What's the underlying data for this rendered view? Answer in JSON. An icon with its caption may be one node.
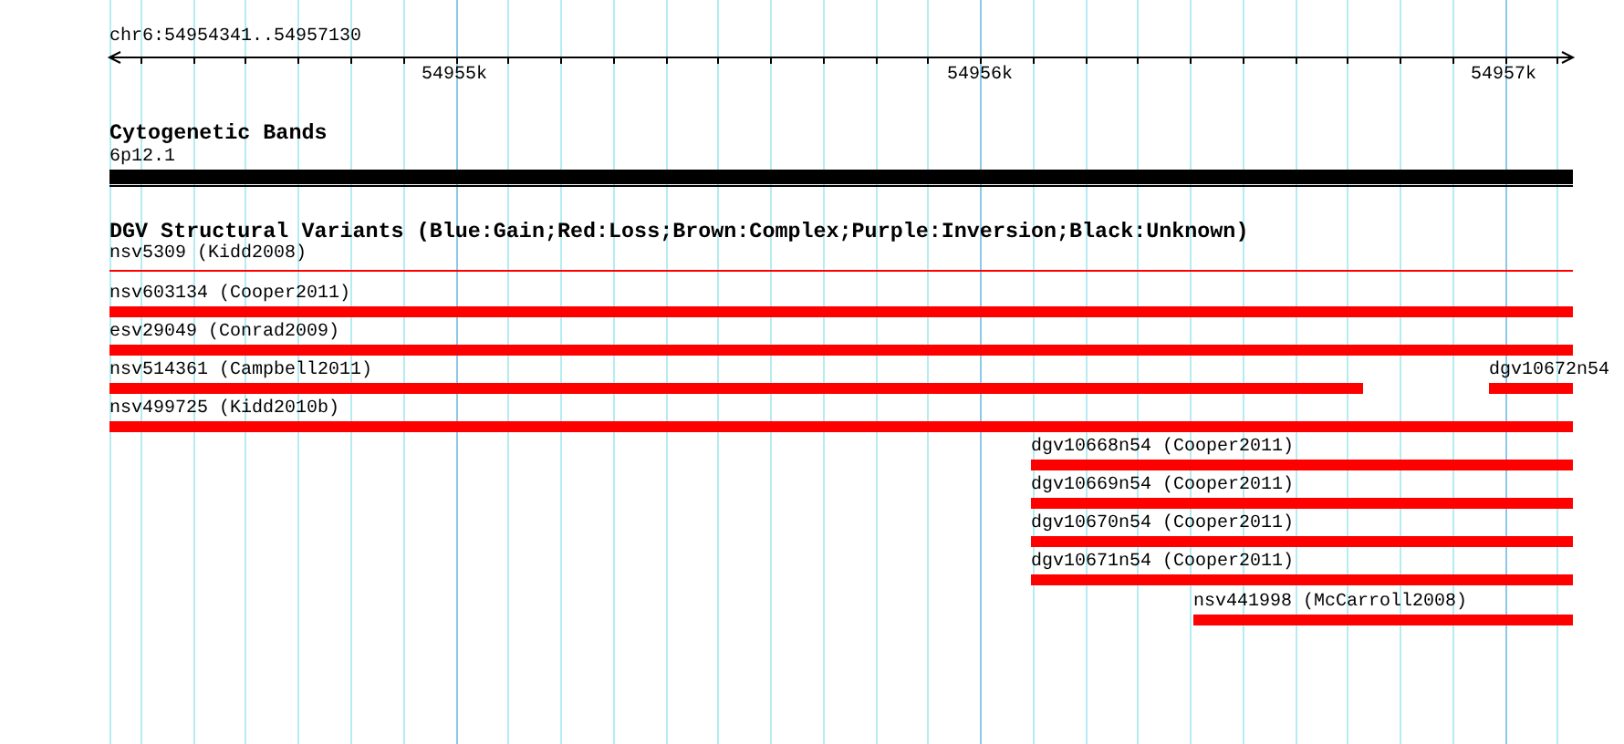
{
  "diagram": {
    "nodes": [
      {
        "text": [
          "6p12.1"
        ]
      },
      {
        "text": [
          "nsv5309 (Kidd2008)"
        ]
      },
      {
        "text": [
          "nsv603134 (Cooper2011)"
        ]
      },
      {
        "text": [
          "esv29049 (Conrad2009)"
        ]
      },
      {
        "text": [
          "nsv514361 (Campbell2011)"
        ]
      },
      {
        "text": [
          "dgv10672n54"
        ]
      },
      {
        "text": [
          "nsv499725 (Kidd2010b)"
        ]
      },
      {
        "text": [
          "dgv10668n54 (Cooper2011)"
        ]
      },
      {
        "text": [
          "dgv10669n54 (Cooper2011)"
        ]
      },
      {
        "text": [
          "dgv10670n54 (Cooper2011)"
        ]
      },
      {
        "text": [
          "dgv10671n54 (Cooper2011)"
        ]
      },
      {
        "text": [
          "nsv441998 (McCarroll2008)"
        ]
      }
    ],
    "labels": [
      "chr6:54954341..54957130",
      "54955k",
      "54956k",
      "54957k",
      "Cytogenetic Bands",
      "DGV Structural Variants (Blue:Gain;Red:Loss;Brown:Complex;Purple:Inversion;Black:Unknown)"
    ]
  }
}
